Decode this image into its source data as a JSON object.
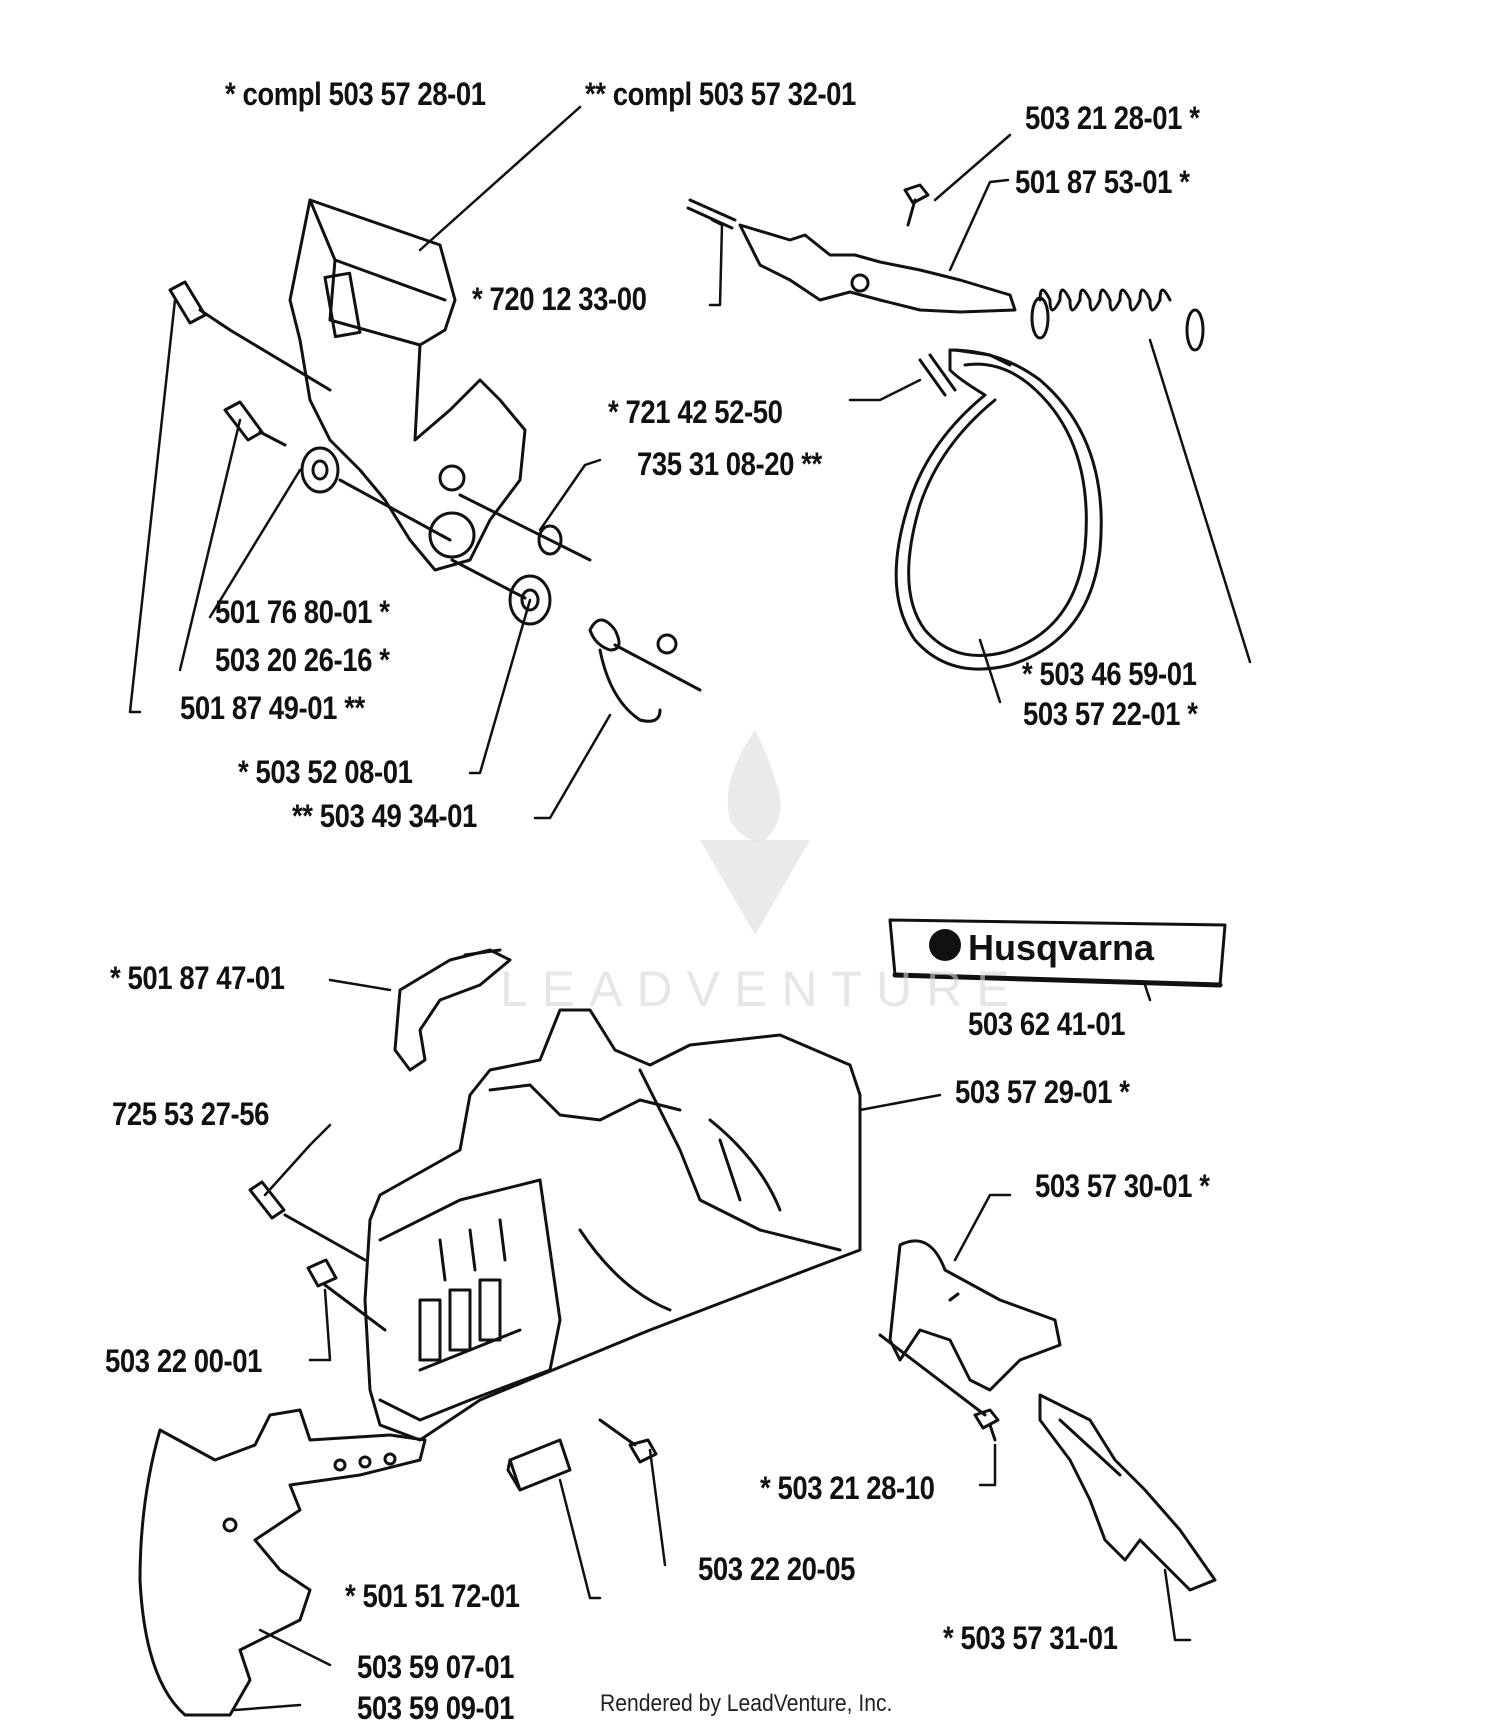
{
  "labels": [
    {
      "id": "compl-1",
      "text": "*  compl 503 57 28-01"
    },
    {
      "id": "compl-2",
      "text": "**  compl 503 57 32-01"
    },
    {
      "id": "p-503-21-28-01",
      "text": "503 21 28-01  *"
    },
    {
      "id": "p-501-87-53-01",
      "text": "501 87 53-01  *"
    },
    {
      "id": "p-720-12-33-00",
      "text": "*  720 12 33-00"
    },
    {
      "id": "p-721-42-52-50",
      "text": "*  721 42 52-50"
    },
    {
      "id": "p-735-31-08-20",
      "text": "735 31 08-20  **"
    },
    {
      "id": "p-501-76-80-01",
      "text": "501 76 80-01  *"
    },
    {
      "id": "p-503-20-26-16",
      "text": "503 20 26-16  *"
    },
    {
      "id": "p-501-87-49-01",
      "text": "501 87 49-01  **"
    },
    {
      "id": "p-503-52-08-01",
      "text": "*  503 52 08-01"
    },
    {
      "id": "p-503-49-34-01",
      "text": "**  503 49 34-01"
    },
    {
      "id": "p-503-46-59-01",
      "text": "*  503 46 59-01"
    },
    {
      "id": "p-503-57-22-01",
      "text": "503 57 22-01  *"
    },
    {
      "id": "p-501-87-47-01",
      "text": "*  501 87 47-01"
    },
    {
      "id": "p-503-62-41-01",
      "text": "503 62 41-01"
    },
    {
      "id": "p-725-53-27-56",
      "text": "725 53 27-56"
    },
    {
      "id": "p-503-57-29-01",
      "text": "503 57 29-01  *"
    },
    {
      "id": "p-503-57-30-01",
      "text": "503 57 30-01  *"
    },
    {
      "id": "p-503-22-00-01",
      "text": "503 22 00-01"
    },
    {
      "id": "p-503-21-28-10",
      "text": "*  503 21 28-10"
    },
    {
      "id": "p-501-51-72-01",
      "text": "*  501 51 72-01"
    },
    {
      "id": "p-503-22-20-05",
      "text": "503 22 20-05"
    },
    {
      "id": "p-503-57-31-01",
      "text": "*  503 57 31-01"
    },
    {
      "id": "p-503-59-07-01",
      "text": "503 59 07-01"
    },
    {
      "id": "p-503-59-09-01",
      "text": "503 59 09-01"
    }
  ],
  "brand": {
    "name": "Husqvarna"
  },
  "watermark": {
    "text": "LEADVENTURE"
  },
  "credit": "Rendered by LeadVenture, Inc.",
  "colors": {
    "ink": "#111111",
    "watermark": "#d9d9d9",
    "background": "#ffffff"
  }
}
